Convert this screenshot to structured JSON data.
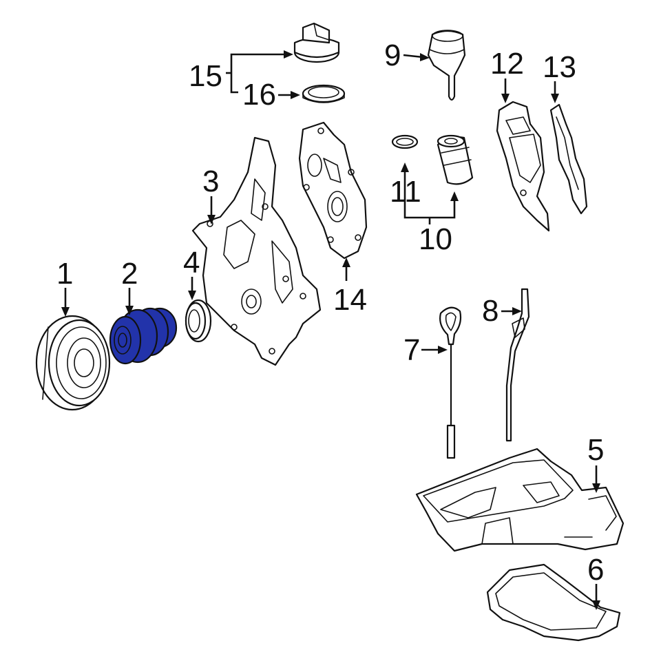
{
  "callouts": [
    "1",
    "2",
    "3",
    "4",
    "5",
    "6",
    "7",
    "8",
    "9",
    "10",
    "11",
    "12",
    "13",
    "14",
    "15",
    "16"
  ],
  "colors": {
    "highlight": "#2233aa",
    "line": "#111111",
    "background": "#ffffff"
  },
  "highlighted_part": "2"
}
